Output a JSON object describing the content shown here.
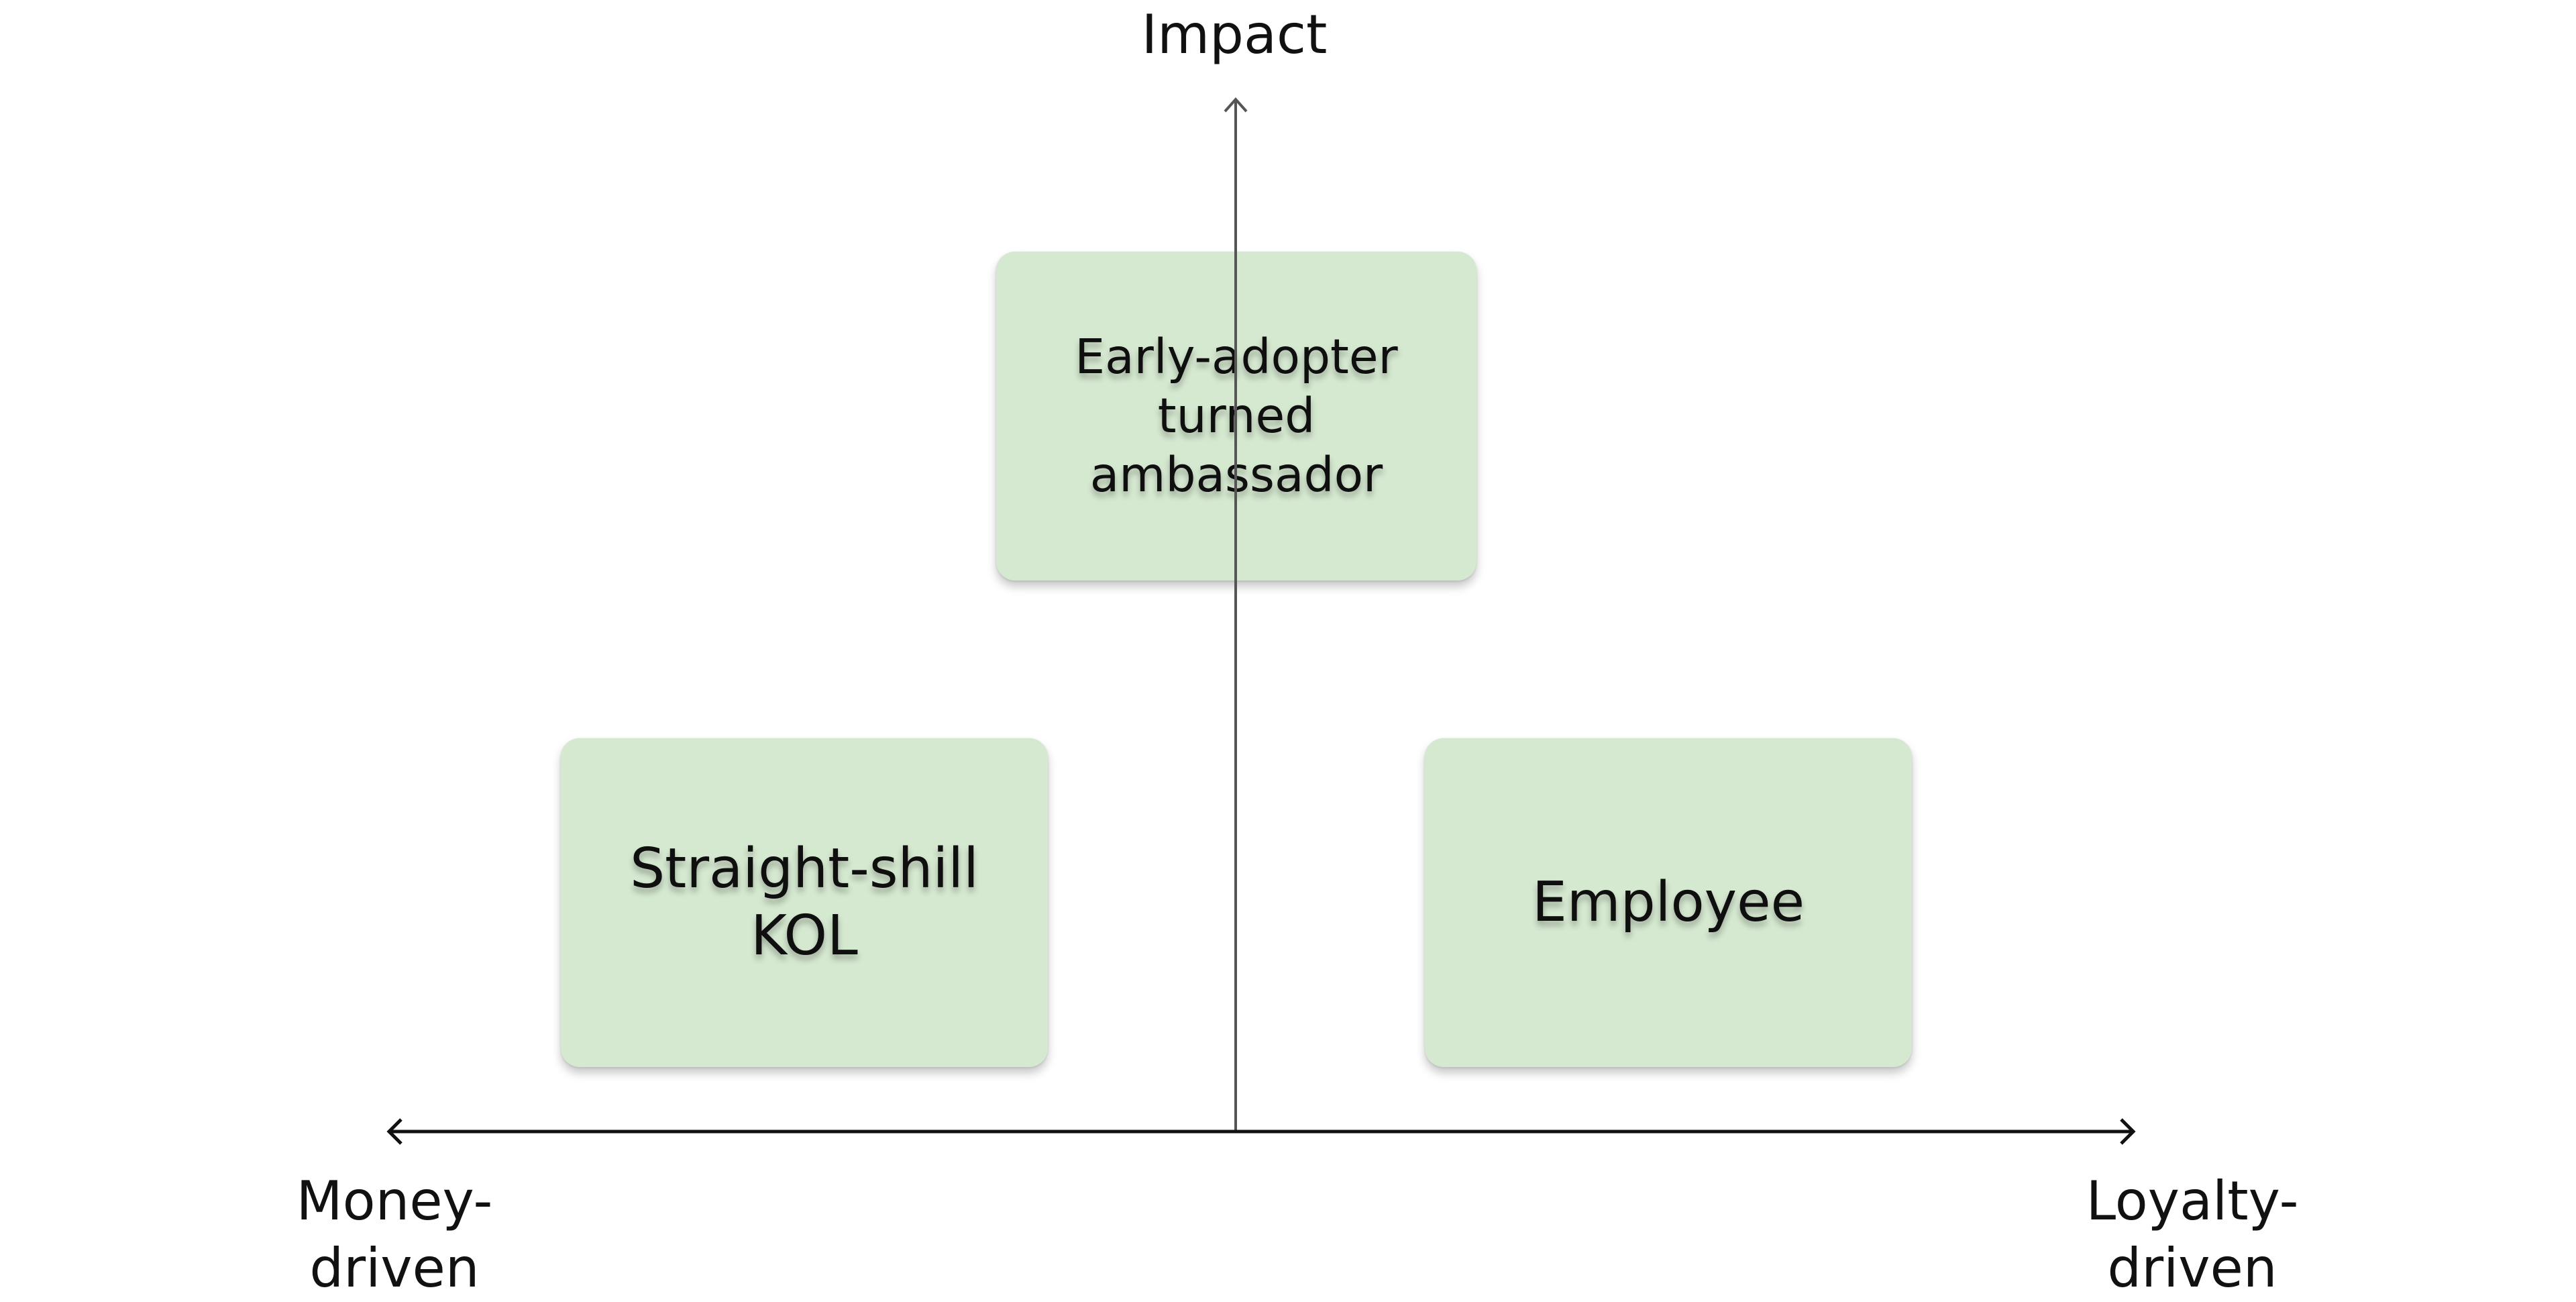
{
  "axes": {
    "vertical_label": "Impact",
    "left_label": "Money-\ndriven",
    "right_label": "Loyalty-\ndriven"
  },
  "cards": [
    {
      "text": "Early-adopter\nturned\nambassador"
    },
    {
      "text": "Straight-shill\nKOL"
    },
    {
      "text": "Employee"
    }
  ],
  "colors": {
    "card_fill": "#d5e8d0",
    "vertical_axis": "#555555",
    "horizontal_axis": "#111111"
  }
}
